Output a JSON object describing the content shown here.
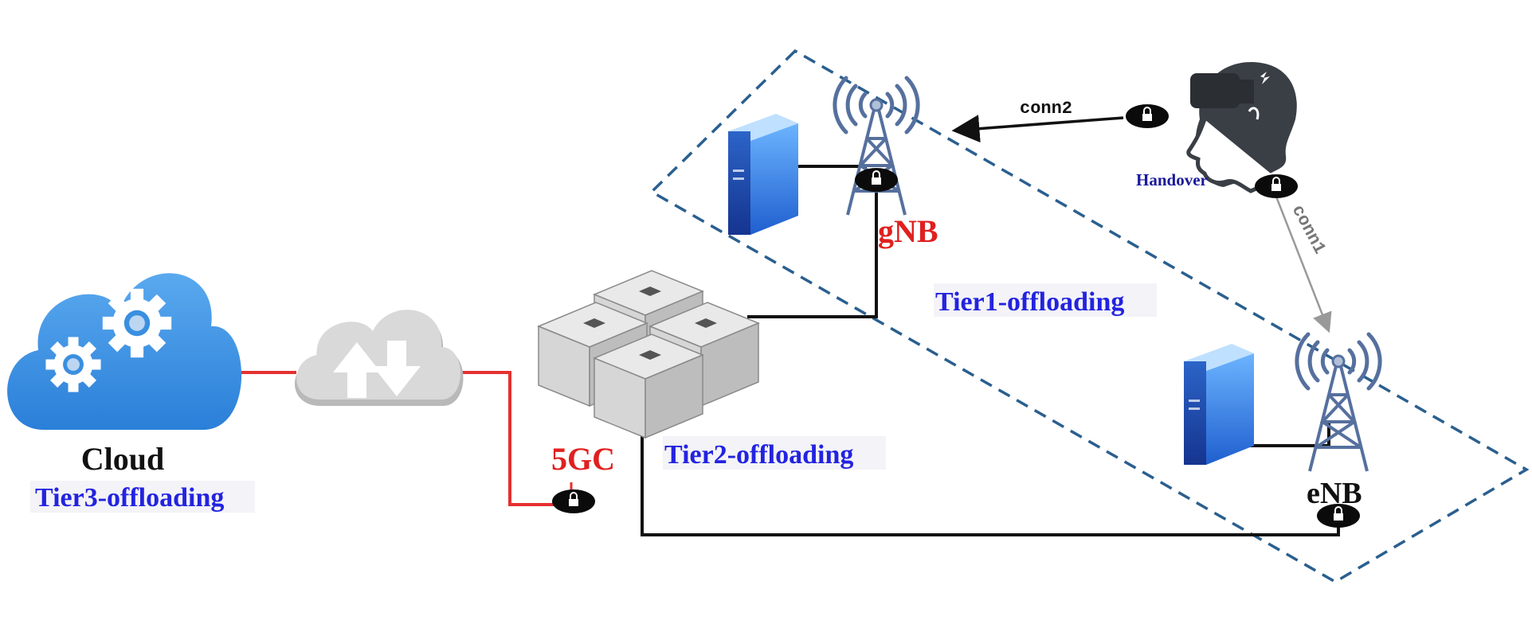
{
  "labels": {
    "cloud": "Cloud",
    "tier3": "Tier3-offloading",
    "core": "5GC",
    "tier2": "Tier2-offloading",
    "gnb": "gNB",
    "tier1": "Tier1-offloading",
    "enb": "eNB",
    "handover": "Handover",
    "conn1": "conn1",
    "conn2": "conn2"
  },
  "colors": {
    "red_label": "#e02020",
    "blue_label": "#2323e0",
    "dark_blue_label": "#1a1a9a",
    "link_red": "#e53030",
    "dashed_region": "#2a5f8f",
    "tower": "#56709e",
    "cloud_blue": "#3a8fe0",
    "server_blue": "#2f7ee8"
  }
}
